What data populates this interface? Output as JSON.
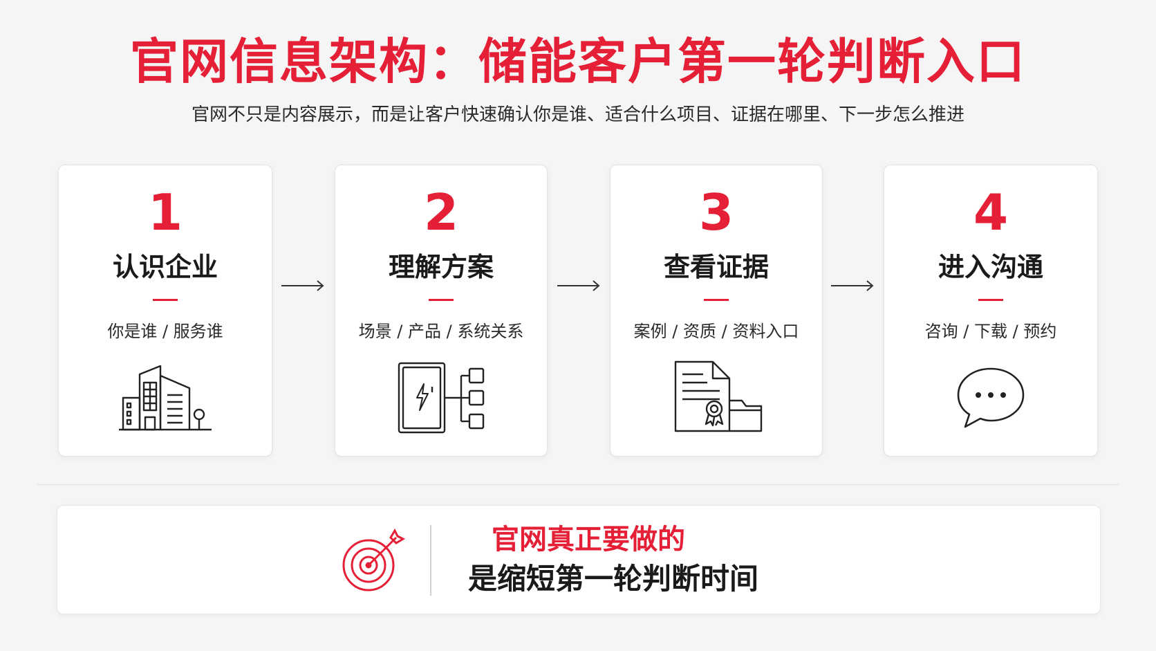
{
  "header": {
    "title": "官网信息架构：储能客户第一轮判断入口",
    "subtitle": "官网不只是内容展示，而是让客户快速确认你是谁、适合什么项目、证据在哪里、下一步怎么推进"
  },
  "steps": [
    {
      "number": "1",
      "title": "认识企业",
      "desc": "你是谁 / 服务谁",
      "icon": "building-icon"
    },
    {
      "number": "2",
      "title": "理解方案",
      "desc": "场景 / 产品 / 系统关系",
      "icon": "battery-system-icon"
    },
    {
      "number": "3",
      "title": "查看证据",
      "desc": "案例 / 资质 / 资料入口",
      "icon": "certificate-document-icon"
    },
    {
      "number": "4",
      "title": "进入沟通",
      "desc": "咨询 / 下载 / 预约",
      "icon": "chat-bubble-icon"
    }
  ],
  "conclusion": {
    "icon": "target-icon",
    "line1": "官网真正要做的",
    "line2": "是缩短第一轮判断时间"
  },
  "colors": {
    "accent": "#e41f36",
    "text": "#1a1a1a",
    "background": "#f5f5f6"
  }
}
